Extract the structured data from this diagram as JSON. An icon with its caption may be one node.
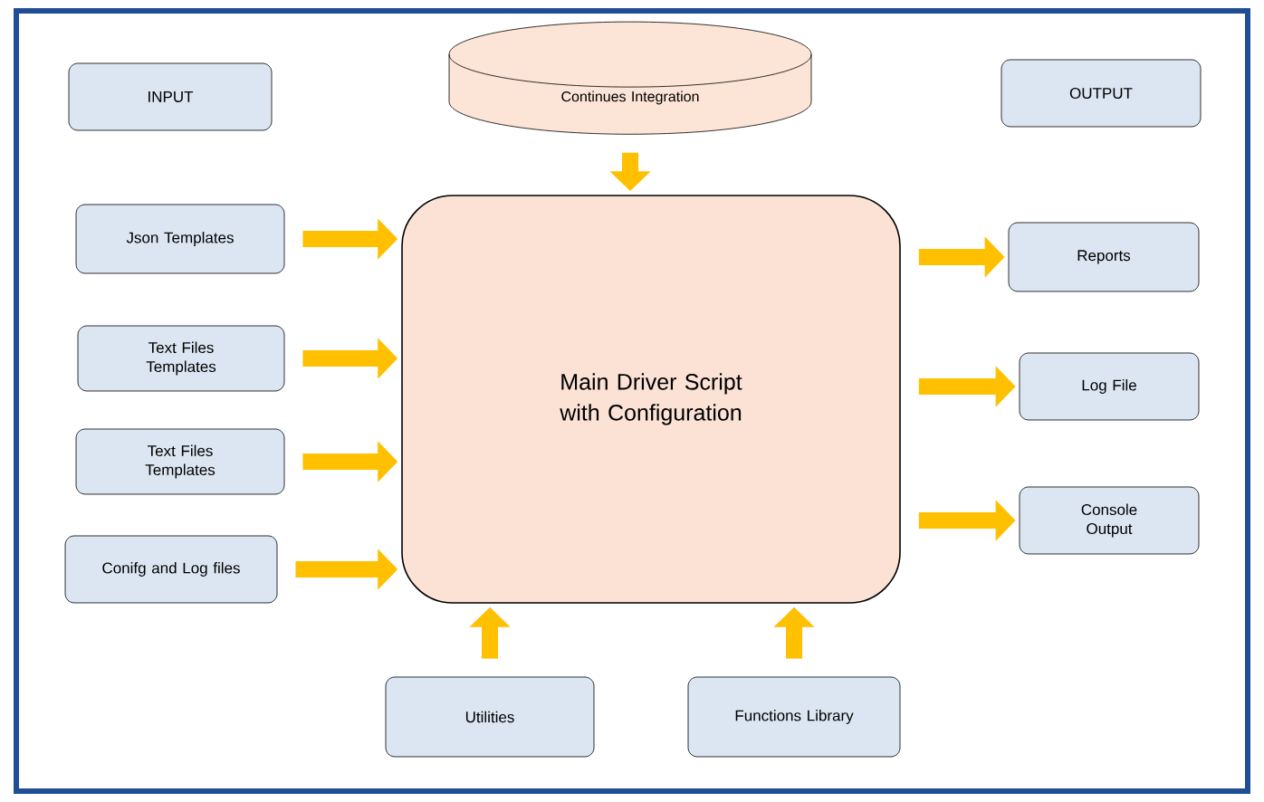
{
  "diagram": {
    "nodes": [
      {
        "text": [
          "INPUT"
        ]
      },
      {
        "text": [
          "Continues Integration"
        ]
      },
      {
        "text": [
          "OUTPUT"
        ]
      },
      {
        "text": [
          "Json Templates"
        ]
      },
      {
        "text": [
          "Text Files Templates"
        ]
      },
      {
        "text": [
          "Text Files Templates"
        ]
      },
      {
        "text": [
          "Conifg and Log files"
        ]
      },
      {
        "text": [
          "Main Driver Script with Configuration"
        ]
      },
      {
        "text": [
          "Reports"
        ]
      },
      {
        "text": [
          "Log File"
        ]
      },
      {
        "text": [
          "Console Output"
        ]
      },
      {
        "text": [
          "Utilities"
        ]
      },
      {
        "text": [
          "Functions Library"
        ]
      }
    ],
    "edges": [
      {
        "from": 1,
        "to": 7,
        "arrow": "to"
      },
      {
        "from": 3,
        "to": 7,
        "arrow": "to"
      },
      {
        "from": 4,
        "to": 7,
        "arrow": "to"
      },
      {
        "from": 5,
        "to": 7,
        "arrow": "to"
      },
      {
        "from": 6,
        "to": 7,
        "arrow": "to"
      },
      {
        "from": 7,
        "to": 8,
        "arrow": "to"
      },
      {
        "from": 7,
        "to": 9,
        "arrow": "to"
      },
      {
        "from": 7,
        "to": 10,
        "arrow": "to"
      },
      {
        "from": 11,
        "to": 7,
        "arrow": "to"
      },
      {
        "from": 12,
        "to": 7,
        "arrow": "to"
      }
    ]
  }
}
